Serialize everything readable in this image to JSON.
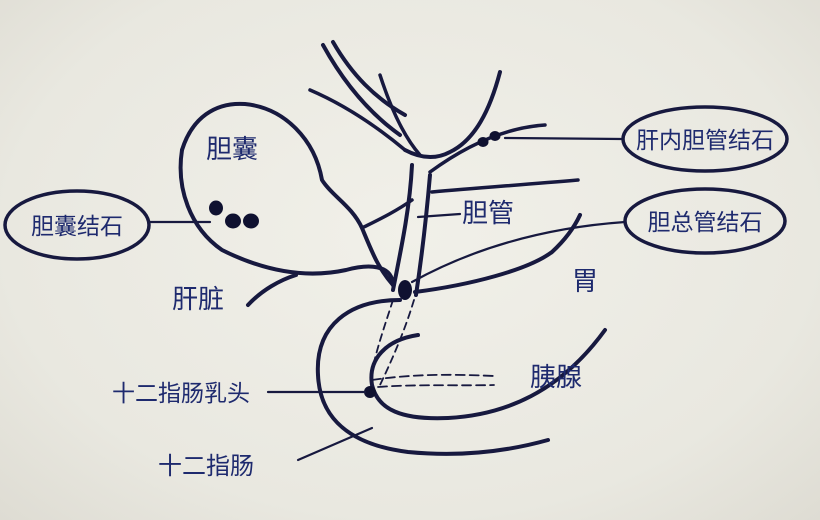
{
  "diagram": {
    "labels": {
      "gallbladder": "胆囊",
      "gallbladder_stone": "胆囊结石",
      "intrahepatic_stone": "肝内胆管结石",
      "bile_duct": "胆管",
      "common_bile_duct_stone": "胆总管结石",
      "stomach": "胃",
      "liver": "肝脏",
      "duodenal_papilla": "十二指肠乳头",
      "pancreas": "胰腺",
      "duodenum": "十二指肠"
    },
    "colors": {
      "ink": "#17193f",
      "label": "#1e2a6e",
      "paper": "#ecebe3"
    }
  }
}
